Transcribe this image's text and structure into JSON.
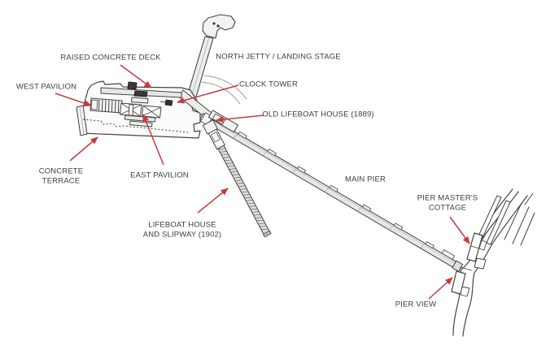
{
  "diagram": {
    "type": "labeled-site-plan",
    "subject": "pier plan with annotated structures",
    "labels": {
      "raised_concrete_deck": "RAISED CONCRETE DECK",
      "north_jetty": "NORTH JETTY / LANDING STAGE",
      "west_pavilion": "WEST PAVILION",
      "clock_tower": "CLOCK TOWER",
      "old_lifeboat_house": "OLD LIFEBOAT HOUSE (1889)",
      "concrete_terrace": "CONCRETE\nTERRACE",
      "east_pavilion": "EAST PAVILION",
      "lifeboat_house_slipway": "LIFEBOAT HOUSE\nAND SLIPWAY (1902)",
      "main_pier": "MAIN PIER",
      "pier_masters_cottage": "PIER MASTER'S\nCOTTAGE",
      "pier_view": "PIER VIEW"
    },
    "colors": {
      "background": "#ffffff",
      "line": "#444444",
      "arrow": "#c43b3b",
      "deck_fill": "#e7e8e6",
      "building_fill": "#f6f6f4",
      "hatch_line": "#555555",
      "label_text": "#3d3d3d"
    }
  }
}
